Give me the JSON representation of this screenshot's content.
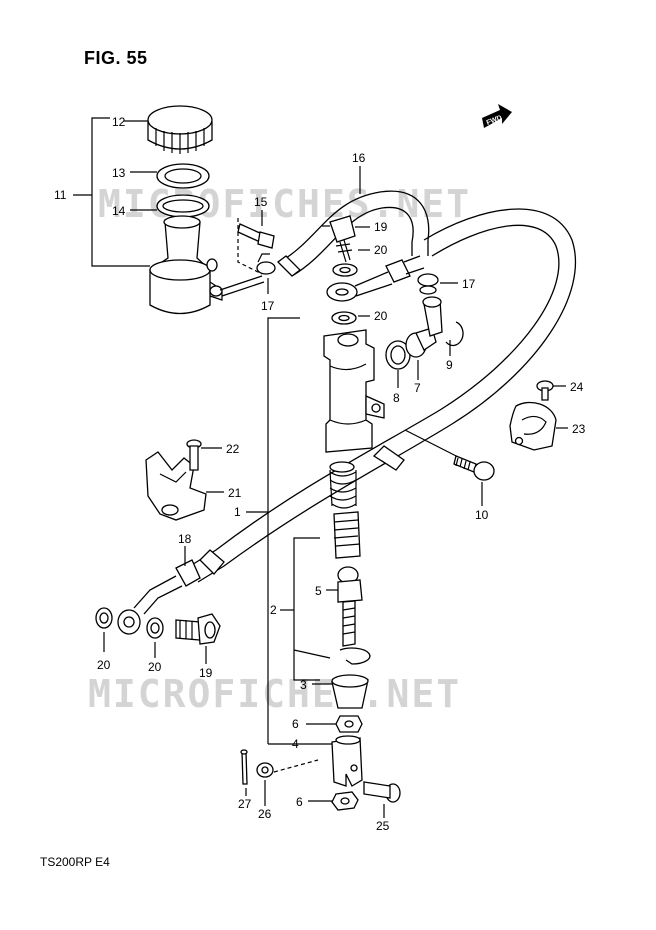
{
  "figure": {
    "title": "FIG. 55",
    "model_code": "TS200RP  E4"
  },
  "watermark": {
    "text": "MICROFICHES.NET"
  },
  "direction_badge": {
    "text": "FWD"
  },
  "callouts": [
    {
      "id": "c12",
      "text": "12"
    },
    {
      "id": "c13",
      "text": "13"
    },
    {
      "id": "c14",
      "text": "14"
    },
    {
      "id": "c11",
      "text": "11"
    },
    {
      "id": "c15",
      "text": "15"
    },
    {
      "id": "c16",
      "text": "16"
    },
    {
      "id": "c19a",
      "text": "19"
    },
    {
      "id": "c20a",
      "text": "20"
    },
    {
      "id": "c17a",
      "text": "17"
    },
    {
      "id": "c17b",
      "text": "17"
    },
    {
      "id": "c20b",
      "text": "20"
    },
    {
      "id": "c8",
      "text": "8"
    },
    {
      "id": "c7",
      "text": "7"
    },
    {
      "id": "c9",
      "text": "9"
    },
    {
      "id": "c24",
      "text": "24"
    },
    {
      "id": "c23",
      "text": "23"
    },
    {
      "id": "c22",
      "text": "22"
    },
    {
      "id": "c21",
      "text": "21"
    },
    {
      "id": "c10",
      "text": "10"
    },
    {
      "id": "c1",
      "text": "1"
    },
    {
      "id": "c18",
      "text": "18"
    },
    {
      "id": "c5",
      "text": "5"
    },
    {
      "id": "c2",
      "text": "2"
    },
    {
      "id": "c20c",
      "text": "20"
    },
    {
      "id": "c20d",
      "text": "20"
    },
    {
      "id": "c19b",
      "text": "19"
    },
    {
      "id": "c3",
      "text": "3"
    },
    {
      "id": "c6a",
      "text": "6"
    },
    {
      "id": "c4",
      "text": "4"
    },
    {
      "id": "c27",
      "text": "27"
    },
    {
      "id": "c26",
      "text": "26"
    },
    {
      "id": "c6b",
      "text": "6"
    },
    {
      "id": "c25",
      "text": "25"
    }
  ]
}
